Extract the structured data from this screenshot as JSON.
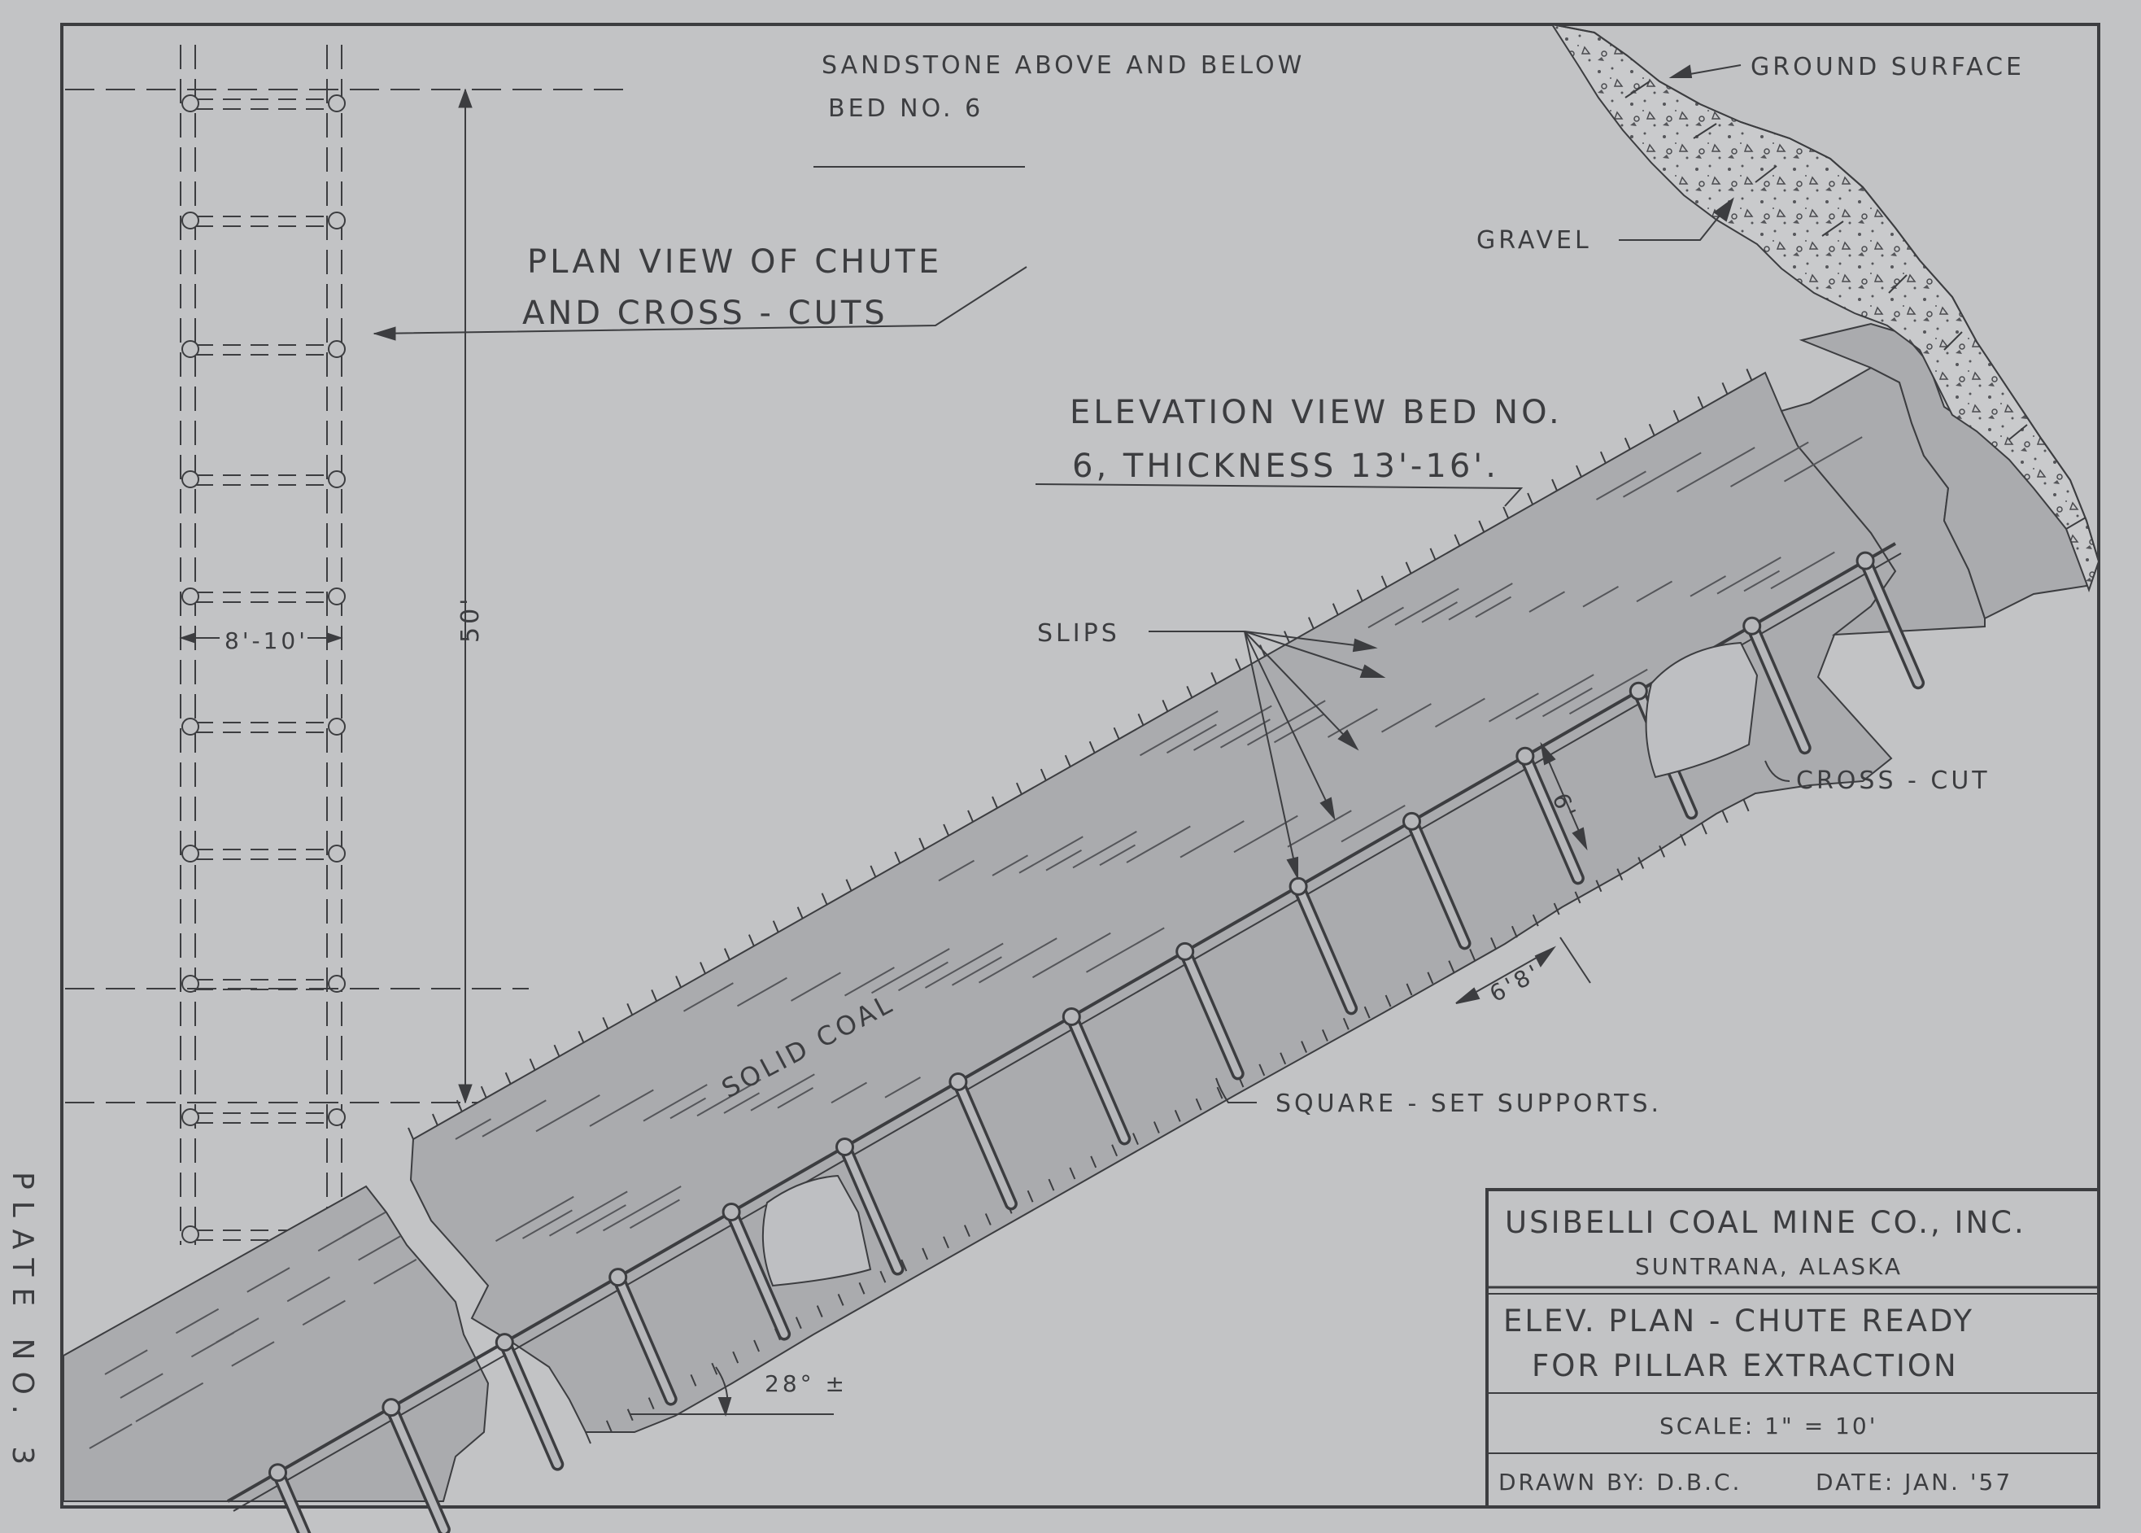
{
  "header_note": {
    "line1": "SANDSTONE ABOVE AND BELOW",
    "line2": "BED NO. 6"
  },
  "labels": {
    "ground_surface": "GROUND SURFACE",
    "gravel": "GRAVEL",
    "plan_view_line1": "PLAN VIEW OF CHUTE",
    "plan_view_line2": "AND CROSS - CUTS",
    "elevation_line1": "ELEVATION VIEW BED NO.",
    "elevation_line2": "6, THICKNESS 13'-16'.",
    "slips": "SLIPS",
    "solid_coal": "SOLID COAL",
    "cross_cut": "CROSS - CUT",
    "square_set": "SQUARE - SET SUPPORTS.",
    "dim_50": "50'",
    "dim_8_10": "8'-10'",
    "dim_6": "6'",
    "dim_6_8": "6'8'",
    "angle": "28° ±"
  },
  "title_block": {
    "company": "USIBELLI COAL MINE CO., INC.",
    "location": "SUNTRANA, ALASKA",
    "title_line1": "ELEV. PLAN - CHUTE READY",
    "title_line2": "FOR PILLAR EXTRACTION",
    "scale": "SCALE: 1\" = 10'",
    "drawn_by": "DRAWN BY: D.B.C.",
    "date": "DATE: JAN. '57"
  },
  "plate": "PLATE NO. 3",
  "colors": {
    "paper": "#c2c3c5",
    "ink": "#3c3d40",
    "coal": "#aaabae"
  }
}
